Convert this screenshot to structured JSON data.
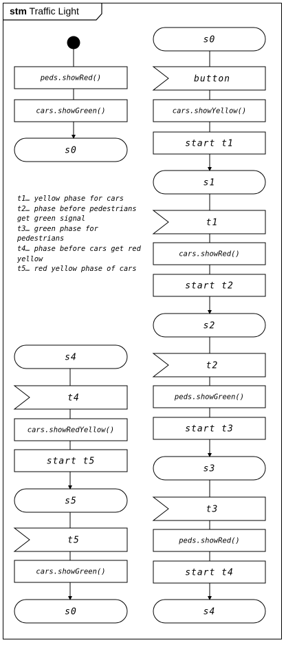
{
  "diagram_title": {
    "keyword": "stm",
    "name": "Traffic Light"
  },
  "left_column": {
    "actions_top": [
      "peds.showRed()",
      "cars.showGreen()"
    ],
    "state_top": "s0",
    "legend": [
      "t1… yellow phase for cars",
      "t2… phase before pedestrians get green signal",
      "t3… green phase for pedestrians",
      "t4… phase before cars get red yellow",
      "t5… red yellow phase of cars"
    ],
    "seq": [
      {
        "kind": "state",
        "text": "s4"
      },
      {
        "kind": "signal",
        "text": "t4"
      },
      {
        "kind": "action",
        "text": "cars.showRedYellow()"
      },
      {
        "kind": "start",
        "text": "start t5"
      },
      {
        "kind": "state",
        "text": "s5"
      },
      {
        "kind": "signal",
        "text": "t5"
      },
      {
        "kind": "action",
        "text": "cars.showGreen()"
      },
      {
        "kind": "state",
        "text": "s0"
      }
    ]
  },
  "right_column": {
    "seq": [
      {
        "kind": "state",
        "text": "s0"
      },
      {
        "kind": "signal",
        "text": "button"
      },
      {
        "kind": "action",
        "text": "cars.showYellow()"
      },
      {
        "kind": "start",
        "text": "start t1"
      },
      {
        "kind": "state",
        "text": "s1"
      },
      {
        "kind": "signal",
        "text": "t1"
      },
      {
        "kind": "action",
        "text": "cars.showRed()"
      },
      {
        "kind": "start",
        "text": "start t2"
      },
      {
        "kind": "state",
        "text": "s2"
      },
      {
        "kind": "signal",
        "text": "t2"
      },
      {
        "kind": "action",
        "text": "peds.showGreen()"
      },
      {
        "kind": "start",
        "text": "start t3"
      },
      {
        "kind": "state",
        "text": "s3"
      },
      {
        "kind": "signal",
        "text": "t3"
      },
      {
        "kind": "action",
        "text": "peds.showRed()"
      },
      {
        "kind": "start",
        "text": "start t4"
      },
      {
        "kind": "state",
        "text": "s4"
      }
    ]
  }
}
